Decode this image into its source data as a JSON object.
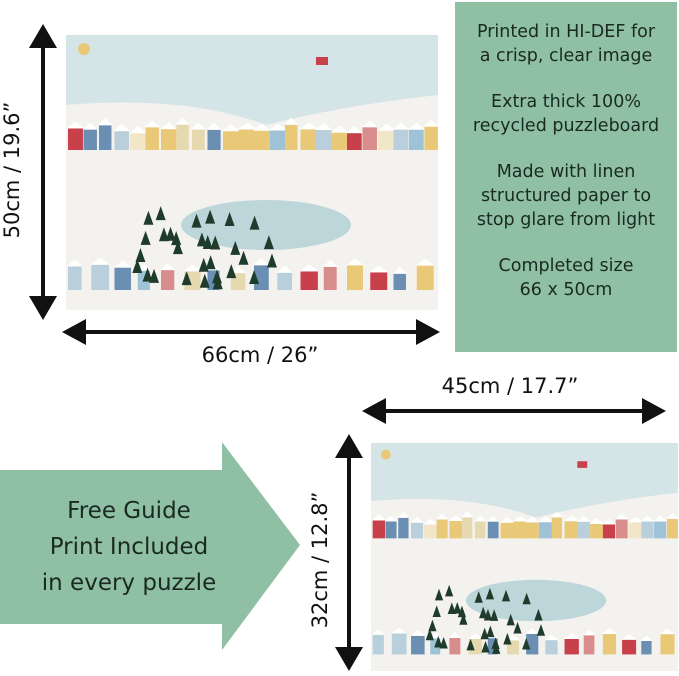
{
  "features": [
    {
      "lines": [
        "Printed in HI-DEF for",
        "a crisp, clear image"
      ]
    },
    {
      "lines": [
        "Extra thick 100%",
        "recycled puzzleboard"
      ]
    },
    {
      "lines": [
        "Made with linen",
        "structured paper to",
        "stop glare from light"
      ]
    },
    {
      "lines": [
        "Completed size",
        "66 x 50cm"
      ]
    }
  ],
  "large_puzzle": {
    "height_label": "50cm / 19.6”",
    "width_label": "66cm / 26”"
  },
  "small_puzzle": {
    "height_label": "32cm / 12.8”",
    "width_label": "45cm / 17.7”"
  },
  "guide": {
    "lines": [
      "Free Guide",
      "Print Included",
      "in every puzzle"
    ]
  },
  "colors": {
    "panel": "#8fc0a3",
    "sky": "#d5e4e6",
    "snow": "#f4f2ee"
  }
}
